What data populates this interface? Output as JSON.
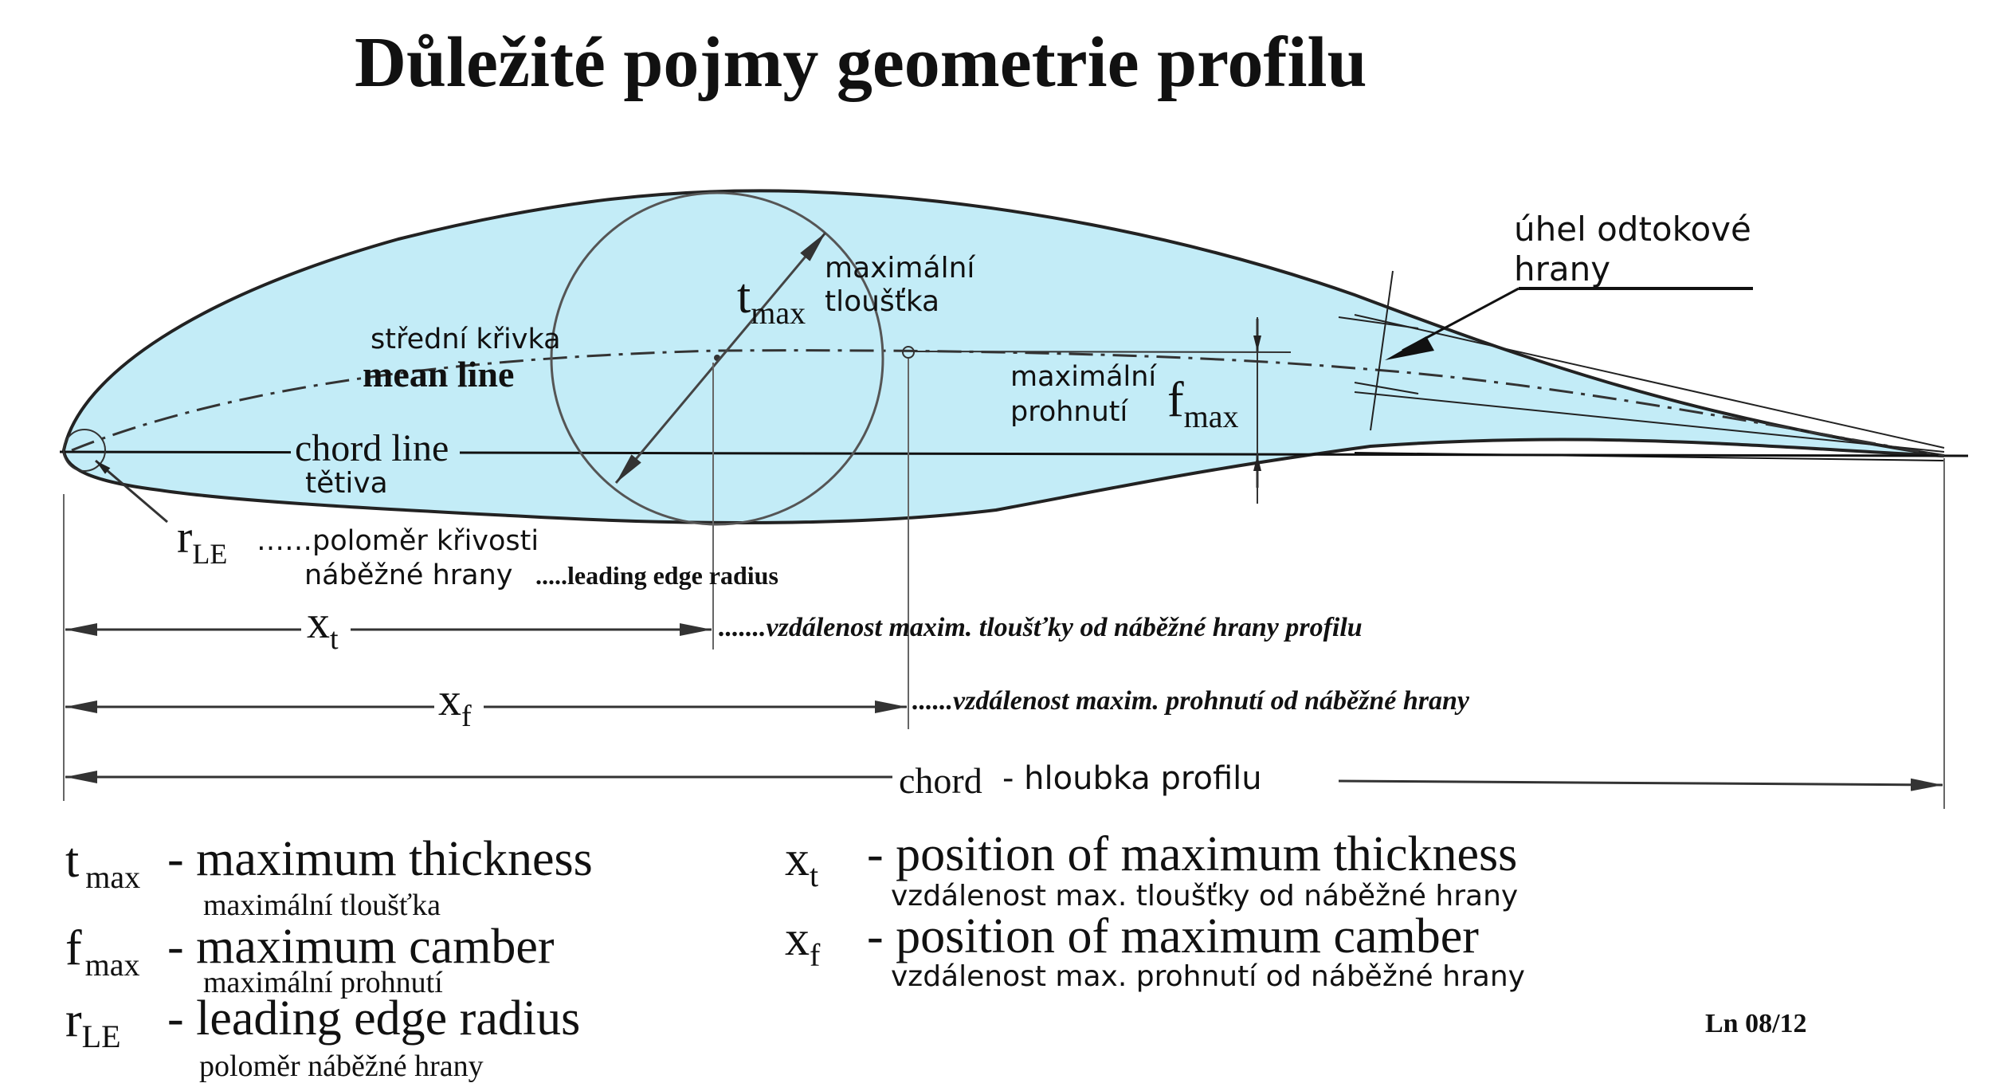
{
  "title": "Důležité pojmy geometrie profilu",
  "colors": {
    "airfoil_fill": "#c3ecf7",
    "outline": "#222222",
    "text": "#111111"
  },
  "diagram": {
    "trailing_edge_angle": {
      "line1": "úhel odtokové",
      "line2": "hrany"
    },
    "max_thickness_cz": {
      "line1": "maximální",
      "line2": "tloušťka"
    },
    "tmax_symbol": {
      "base": "t",
      "sub": "max"
    },
    "mean_line_cz": "střední  křivka",
    "mean_line": "mean line",
    "max_camber_cz": {
      "line1": "maximální",
      "line2": "prohnutí"
    },
    "fmax_symbol": {
      "base": "f",
      "sub": "max"
    },
    "chord_line": "chord line",
    "chord_line_cz": "tětiva",
    "rle_symbol": {
      "base": "r",
      "sub": "LE"
    },
    "rle_desc_cz1": "……poloměr křivosti",
    "rle_desc_cz2": "náběžné hrany",
    "rle_desc_en": ".....leading edge radius",
    "xt_symbol": {
      "base": "x",
      "sub": "t"
    },
    "xt_desc": ".......vzdálenost maxim. tloušťky od náběžné hrany profilu",
    "xf_symbol": {
      "base": "x",
      "sub": "f"
    },
    "xf_desc": "......vzdálenost maxim. prohnutí od náběžné hrany",
    "chord": "chord",
    "chord_cz": "- hloubka profilu"
  },
  "legend": {
    "left": [
      {
        "base": "t",
        "sub": "max",
        "en": "- maximum thickness",
        "cz": "maximální tloušťka"
      },
      {
        "base": "f",
        "sub": "max",
        "en": "- maximum camber",
        "cz": "maximální prohnutí"
      },
      {
        "base": "r",
        "sub": "LE",
        "en": "- leading edge radius",
        "cz": "poloměr náběžné hrany"
      }
    ],
    "right": [
      {
        "base": "x",
        "sub": "t",
        "en": "- position of maximum thickness",
        "cz": "vzdálenost max. tloušťky od náběžné hrany"
      },
      {
        "base": "x",
        "sub": "f",
        "en": "- position of maximum camber",
        "cz": "vzdálenost max. prohnutí od náběžné hrany"
      }
    ]
  },
  "footer_code": "Ln 08/12"
}
